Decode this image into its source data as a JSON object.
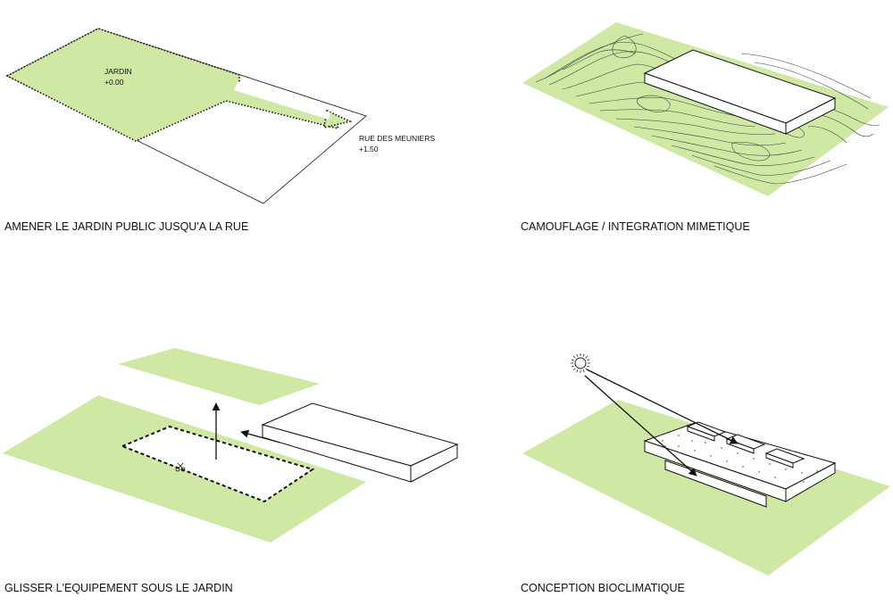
{
  "colors": {
    "garden_green": "#cfe8a4",
    "line": "#111111"
  },
  "panels": [
    {
      "caption": "AMENER LE JARDIN PUBLIC JUSQU'A LA RUE",
      "labels": {
        "garden_name": "JARDIN",
        "garden_level": "+0.00",
        "street_name": "RUE DES MEUNIERS",
        "street_level": "+1.50"
      }
    },
    {
      "caption": "CAMOUFLAGE / INTEGRATION MIMETIQUE"
    },
    {
      "caption": "GLISSER L'EQUIPEMENT SOUS LE JARDIN",
      "icons": [
        "scissors-icon",
        "arrow-up-icon",
        "arrow-left-icon"
      ]
    },
    {
      "caption": "CONCEPTION BIOCLIMATIQUE",
      "icons": [
        "sun-icon"
      ]
    }
  ]
}
